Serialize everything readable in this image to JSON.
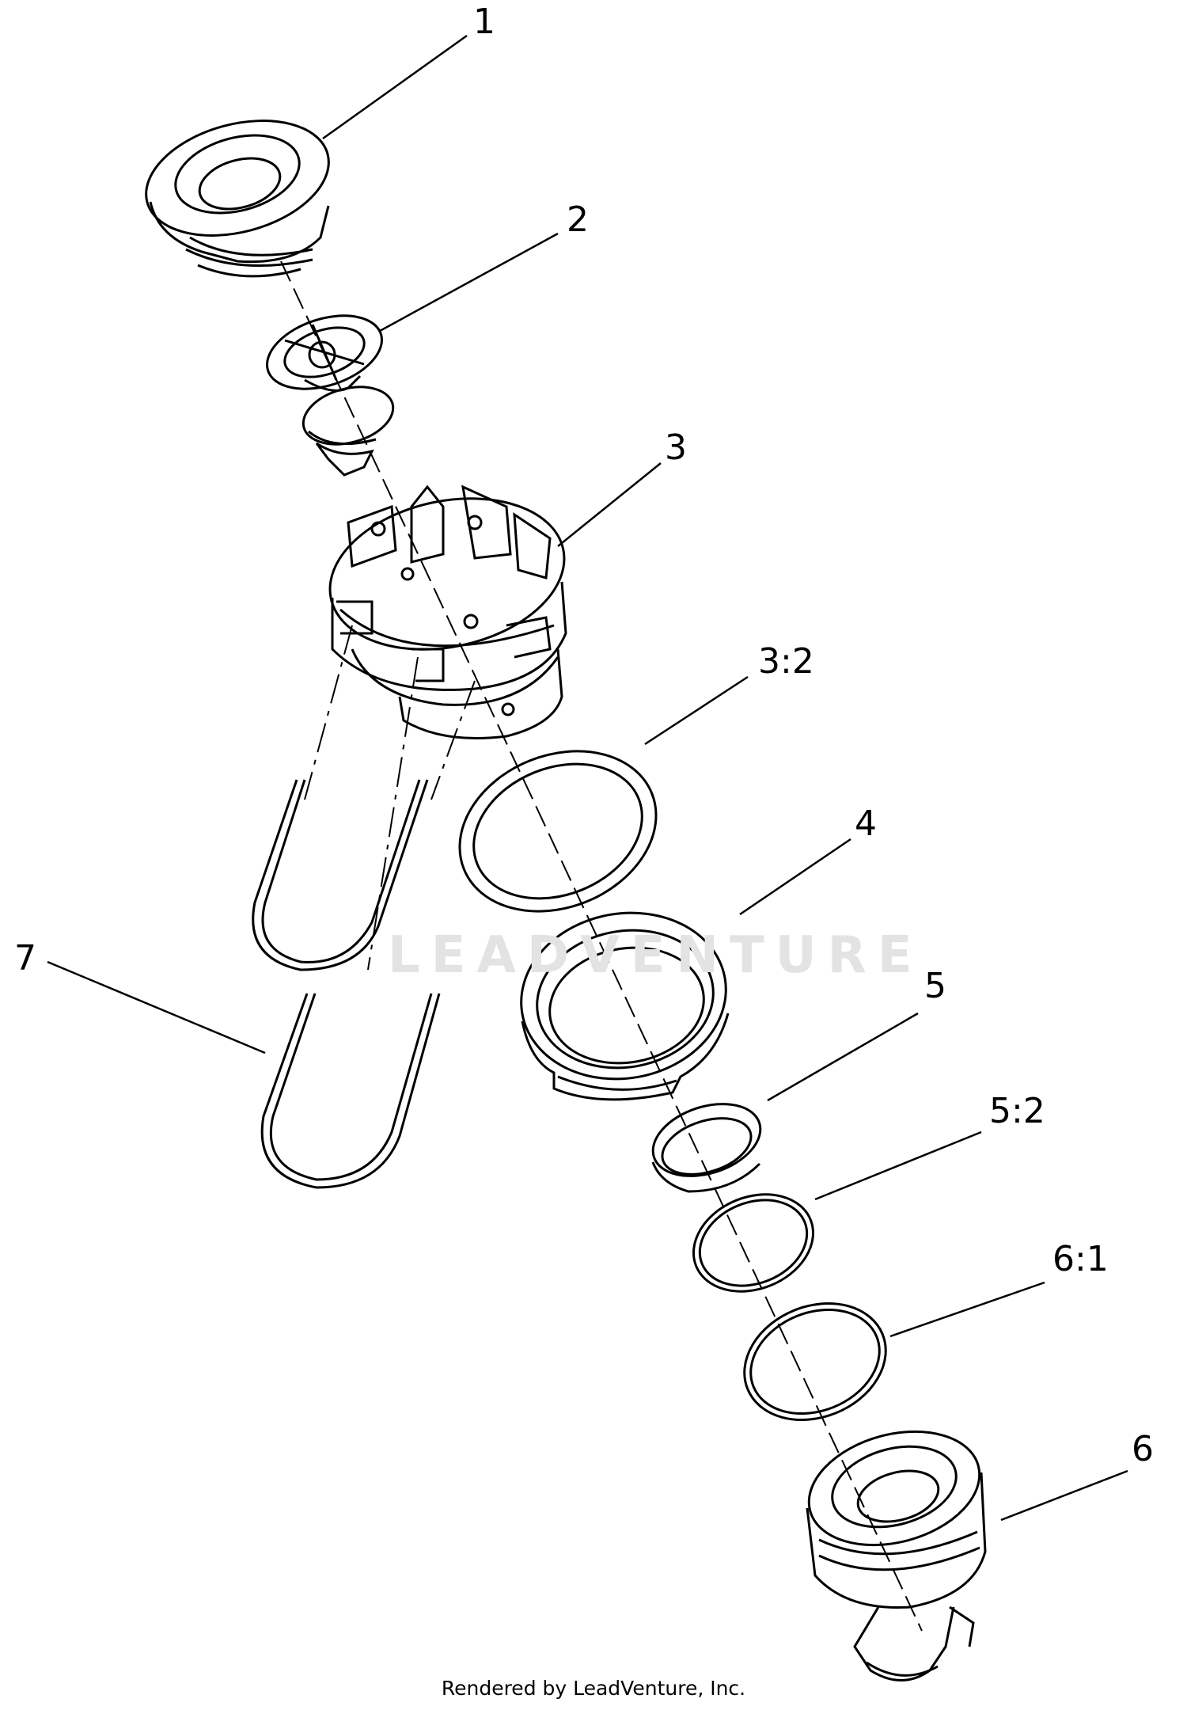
{
  "diagram": {
    "callouts": [
      "1",
      "2",
      "3",
      "3:2",
      "4",
      "5",
      "5:2",
      "6:1",
      "6",
      "7"
    ]
  },
  "watermark": "LEADVENTURE",
  "footer": "Rendered by LeadVenture, Inc.",
  "colors": {
    "line": "#000000",
    "watermark": "#e3e3e3",
    "background": "#ffffff"
  }
}
